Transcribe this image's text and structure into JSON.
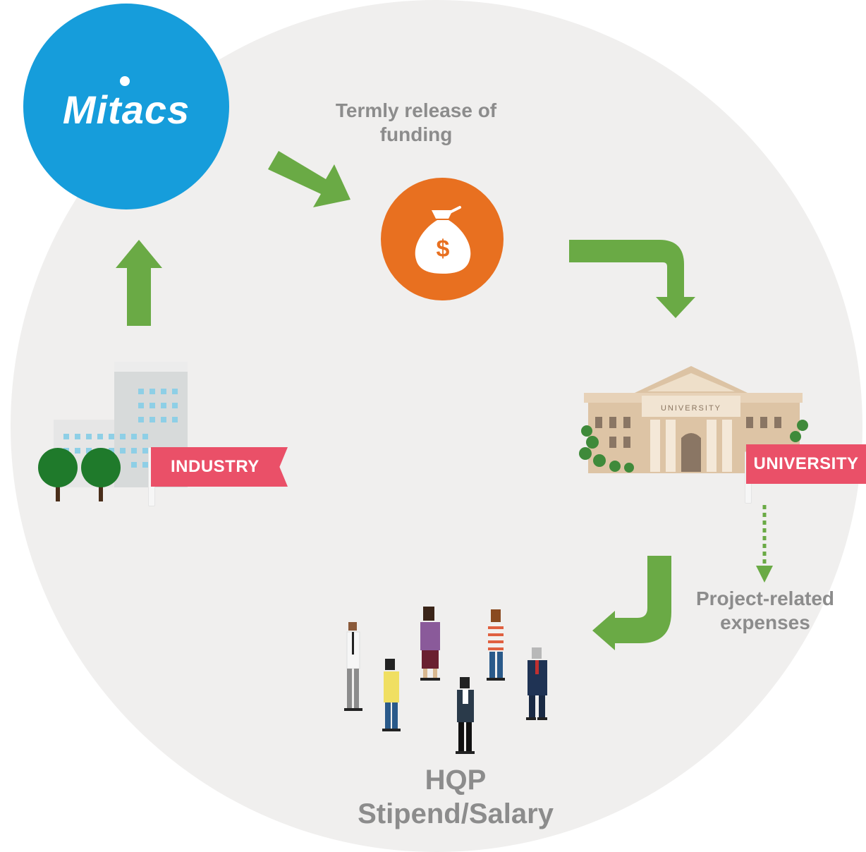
{
  "logo": {
    "text": "Mitacs"
  },
  "labels": {
    "funding": "Termly release of funding",
    "expenses": "Project-related expenses",
    "hqp_line1": "HQP",
    "hqp_line2": "Stipend/Salary"
  },
  "flags": {
    "industry": "INDUSTRY",
    "university": "UNIVERSITY"
  },
  "building_sign": "UNIVERSITY",
  "money_symbol": "$",
  "colors": {
    "arrow": "#6aaa45",
    "logo_blue": "#169ddb",
    "money_orange": "#e87020",
    "flag_pink": "#ea5068",
    "label_gray": "#8c8c8c",
    "background_circle": "#f0efee"
  },
  "icons": [
    "money-bag-icon",
    "industry-building-icon",
    "university-building-icon",
    "people-group-icon"
  ]
}
